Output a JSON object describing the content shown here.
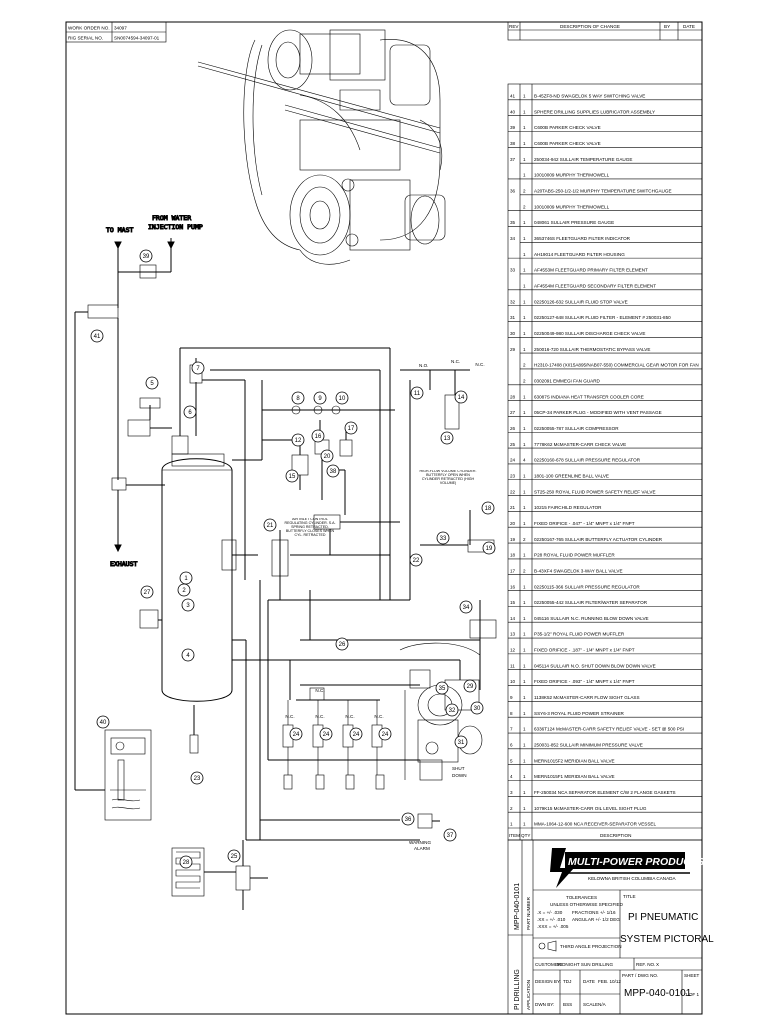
{
  "header": {
    "work_order_label": "WORK ORDER NO.",
    "work_order_value": "34097",
    "rig_serial_label": "RIG SERIAL NO.",
    "rig_serial_value": "SN0074594-34097-01"
  },
  "revision_header": {
    "rev": "REV",
    "description": "DESCRIPTION OF CHANGE",
    "by": "BY",
    "date": "DATE"
  },
  "bom": {
    "rows": [
      {
        "item": "41",
        "qty": "1",
        "desc": "B-45ZF8-ND SWAGELOK 5 WAY SWITCHING VALVE"
      },
      {
        "item": "40",
        "qty": "1",
        "desc": "SPHERE DRILLING SUPPLIES LUBRICATOR ASSEMBLY"
      },
      {
        "item": "39",
        "qty": "1",
        "desc": "C600B PARKER CHECK VALVE"
      },
      {
        "item": "38",
        "qty": "1",
        "desc": "C600B PARKER CHECK VALVE"
      },
      {
        "item": "37",
        "qty": "1",
        "desc": "250034-942 SULLAIR TEMPERATURE GAUGE"
      },
      {
        "item": "",
        "qty": "1",
        "desc": "10010009 MURPHY THERMOWELL"
      },
      {
        "item": "36",
        "qty": "2",
        "desc": "A20TABS-250-1/2-1/2 MURPHY TEMPERATURE SWITCHGAUGE"
      },
      {
        "item": "",
        "qty": "2",
        "desc": "10010009 MURPHY THERMOWELL"
      },
      {
        "item": "35",
        "qty": "1",
        "desc": "048061 SULLAIR PRESSURE GAUGE"
      },
      {
        "item": "34",
        "qty": "1",
        "desc": "3653746S FLEETGUARD FILTER INDICATOR"
      },
      {
        "item": "",
        "qty": "1",
        "desc": "AH19014 FLEETGUARD FILTER HOUSING"
      },
      {
        "item": "33",
        "qty": "1",
        "desc": "AF4553M FLEETGUARD PRIMARY FILTER ELEMENT"
      },
      {
        "item": "",
        "qty": "1",
        "desc": "AF4554M FLEETGUARD SECONDARY FILTER ELEMENT"
      },
      {
        "item": "32",
        "qty": "1",
        "desc": "02250126-632 SULLAIR FLUID STOP VALVE"
      },
      {
        "item": "31",
        "qty": "1",
        "desc": "02250127-648 SULLAIR FLUID FILTER - ELEMENT # 250031-850"
      },
      {
        "item": "30",
        "qty": "1",
        "desc": "02250049-980 SULLAIR DISCHARGE CHECK VALVE"
      },
      {
        "item": "29",
        "qty": "1",
        "desc": "250016-720 SULLAIR THERMOSTATIC BYPASS VALVE"
      },
      {
        "item": "",
        "qty": "2",
        "desc": "H2310-17408 (XI/15A895/NAB07-550) COMMERCIAL GEAR MOTOR FOR FAN"
      },
      {
        "item": "",
        "qty": "2",
        "desc": "0302091 EMMEGI FAN GUARD"
      },
      {
        "item": "28",
        "qty": "1",
        "desc": "63087S INDIANA HEAT TRANSFER COOLER CORE"
      },
      {
        "item": "27",
        "qty": "1",
        "desc": "05CP-34 PARKER PLUG - MODIFIED WITH VENT PASSAGE"
      },
      {
        "item": "26",
        "qty": "1",
        "desc": "02250055-787 SULLAIR COMPRESSOR"
      },
      {
        "item": "25",
        "qty": "1",
        "desc": "7778K62 McMASTER-CARR CHECK VALVE"
      },
      {
        "item": "24",
        "qty": "4",
        "desc": "02250160-678 SULLAIR PRESSURE REGULATOR"
      },
      {
        "item": "23",
        "qty": "1",
        "desc": "1801-100 GREENLINE BALL VALVE"
      },
      {
        "item": "22",
        "qty": "1",
        "desc": "ST25-250 ROYAL FLUID POWER SAFETY RELIEF VALVE"
      },
      {
        "item": "21",
        "qty": "1",
        "desc": "10215 FAIRCHILD REGULATOR"
      },
      {
        "item": "20",
        "qty": "1",
        "desc": "FIXED ORIFICE - .047\" - 1/4\" MNPT x 1/4\" FNPT"
      },
      {
        "item": "19",
        "qty": "2",
        "desc": "02250167-765 SULLAIR BUTTERFLY ACTUATOR CYLINDER"
      },
      {
        "item": "18",
        "qty": "1",
        "desc": "P28 ROYAL FLUID POWER MUFFLER"
      },
      {
        "item": "17",
        "qty": "2",
        "desc": "B-43XF4 SWAGELOK 3-WAY BALL VALVE"
      },
      {
        "item": "16",
        "qty": "1",
        "desc": "02250115-366 SULLAIR PRESSURE REGULATOR"
      },
      {
        "item": "15",
        "qty": "1",
        "desc": "02250055-442 SULLAIR FILTER/WATER SEPARATOR"
      },
      {
        "item": "14",
        "qty": "1",
        "desc": "045116 SULLAIR N.C. RUNNING BLOW DOWN VALVE"
      },
      {
        "item": "13",
        "qty": "1",
        "desc": "P35-1/2\" ROYAL FLUID POWER MUFFLER"
      },
      {
        "item": "12",
        "qty": "1",
        "desc": "FIXED ORIFICE - .187\" - 1/4\" MNPT x 1/4\" FNPT"
      },
      {
        "item": "11",
        "qty": "1",
        "desc": "045114 SULLAIR N.O. SHUT DOWN BLOW DOWN VALVE"
      },
      {
        "item": "10",
        "qty": "1",
        "desc": "FIXED ORIFICE - .093\" - 1/4\" MNPT x 1/4\" FNPT"
      },
      {
        "item": "9",
        "qty": "1",
        "desc": "1138K52 McMASTER-CARR FLOW SIGHT GLASS"
      },
      {
        "item": "8",
        "qty": "1",
        "desc": "SSY6-3 ROYAL FLUID POWER STRAINER"
      },
      {
        "item": "7",
        "qty": "1",
        "desc": "6336T124 McMASTER-CARR SAFETY RELIEF VALVE - SET @ 500 PSI"
      },
      {
        "item": "6",
        "qty": "1",
        "desc": "250031-852 SULLAIR MINIMUM PRESSURE VALVE"
      },
      {
        "item": "5",
        "qty": "1",
        "desc": "MERN1015F2 MERIDIAN BALL VALVE"
      },
      {
        "item": "4",
        "qty": "1",
        "desc": "MERN1015F1 MERIDIAN BALL VALVE"
      },
      {
        "item": "3",
        "qty": "1",
        "desc": "FF-250034 NCA SEPARATOR ELEMENT C/W 2 FLANGE GASKETS"
      },
      {
        "item": "2",
        "qty": "1",
        "desc": "1079K15 McMASTER-CARR OIL LEVEL SIGHT PLUG"
      },
      {
        "item": "1",
        "qty": "1",
        "desc": "MMA-1064-12-600 NCA RECEIVER-SEPARATOR VESSEL"
      }
    ],
    "footer_item": "ITEM",
    "footer_qty": "QTY",
    "footer_desc": "DESCRIPTION"
  },
  "title_block": {
    "company": "MULTI-POWER PRODUCTS LTD.",
    "company_location": "KELOWNA BRITISH COLUMBIA CANADA",
    "part_number_vertical": "MPP-040-0101",
    "part_number_label": "PART NUMBER",
    "application_vertical": "PI DRILLING",
    "application_label": "APPLICATION",
    "tolerances_title": "TOLERANCES",
    "tolerances_note": "UNLESS OTHERWISE SPECIFIED",
    "tol_x": ".X  = +/- .030",
    "tol_xx": ".XX = +/- .010",
    "tol_xxx": ".XXX = +/- .005",
    "tol_fractions": "FRACTIONS +/- 1/16",
    "tol_angular": "ANGULAR +/- 1/2 DEG",
    "third_angle": "THIRD ANGLE PROJECTION",
    "title_label": "TITLE",
    "title_line1": "PI PNEUMATIC",
    "title_line2": "SYSTEM PICTORAL",
    "customer_label": "CUSTOMER:",
    "customer_value": "MIDNIGHT SUN DRILLING",
    "ref_label": "REF. NO.",
    "ref_value": "X",
    "design_label": "DESIGN BY:",
    "design_value": "TDJ",
    "date_label": "DATE",
    "date_value": "FEB. 10/12",
    "part_label": "PART / DWG NO.",
    "part_value": "MPP-040-0101",
    "sheet_label": "SHEET",
    "sheet_value": "1 OF 1",
    "drawn_label": "DWN BY:",
    "drawn_value": "BSS",
    "scale_label": "SCALE",
    "scale_value": "N/A"
  },
  "diagram": {
    "to_mast": "TO MAST",
    "from_water_1": "FROM WATER",
    "from_water_2": "INJECTION PUMP",
    "exhaust": "EXHAUST",
    "shut_down_1": "SHUT",
    "shut_down_2": "DOWN",
    "warning_1": "WARNING",
    "warning_2": "ALARM",
    "nc": "N.C.",
    "no": "N.O.",
    "note_left": "AIR INLET CONTROL REGULATING CYLINDER. S.A. SPRING RETRACTED. BUTTERFLY CLOSES WHEN CYL. RETRACTED",
    "note_right": "HIGH-FLOW VOLUME CYLINDER. BUTTERFLY OPEN WHEN CYLINDER RETRACTED (HIGH VOLUME)",
    "balloons": [
      "1",
      "2",
      "3",
      "4",
      "5",
      "6",
      "7",
      "8",
      "9",
      "10",
      "11",
      "12",
      "13",
      "14",
      "15",
      "16",
      "17",
      "18",
      "19",
      "20",
      "21",
      "22",
      "23",
      "24",
      "25",
      "26",
      "27",
      "28",
      "29",
      "30",
      "31",
      "32",
      "33",
      "34",
      "35",
      "36",
      "37",
      "38",
      "39",
      "40",
      "41"
    ]
  }
}
